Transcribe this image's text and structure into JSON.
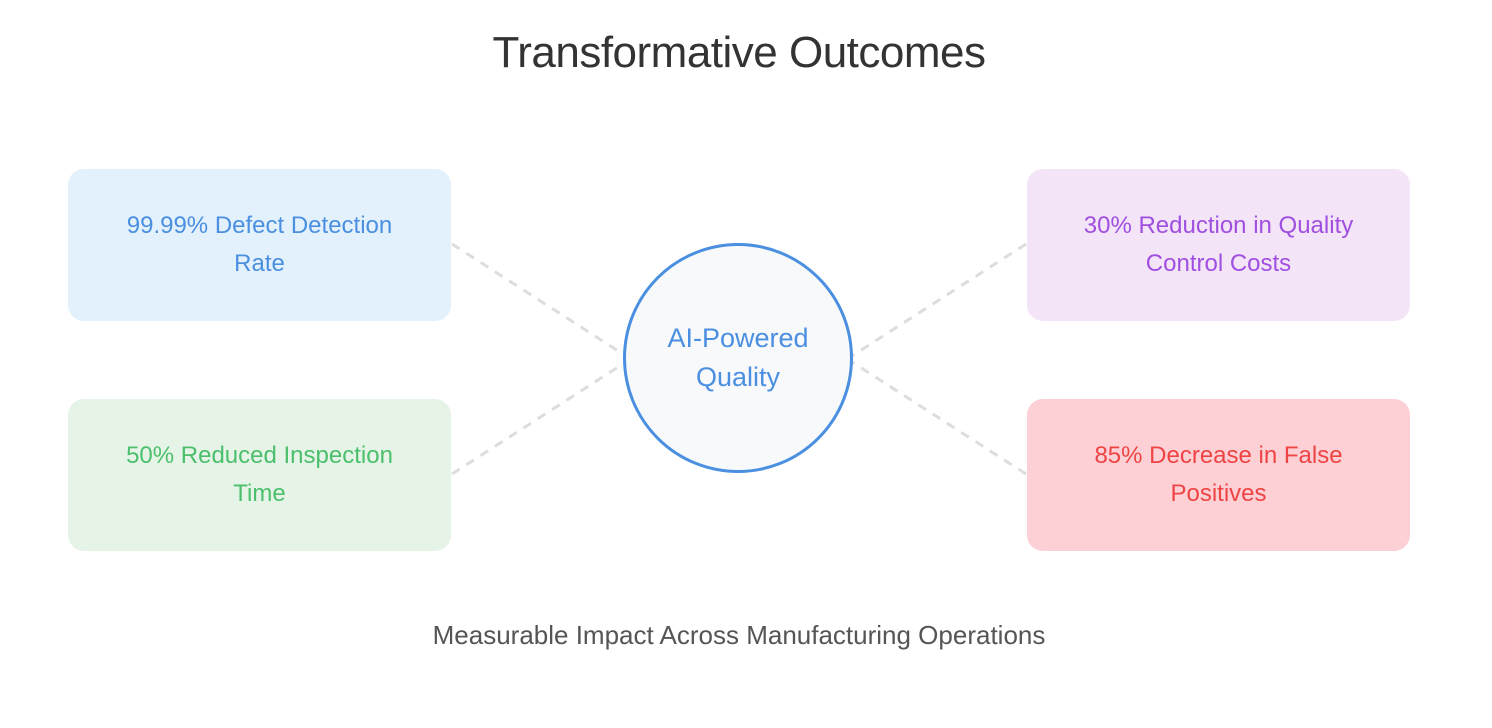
{
  "title": "Transformative Outcomes",
  "subtitle": "Measurable Impact Across Manufacturing Operations",
  "hub": {
    "label": "AI-Powered Quality",
    "border_color": "#4a8fe0",
    "text_color": "#4a8fe0",
    "background": "#f7f9fb"
  },
  "outcomes": [
    {
      "label": "99.99% Defect Detection Rate",
      "background": "#e3f1fc",
      "text_color": "#4a8fe0"
    },
    {
      "label": "50% Reduced Inspection Time",
      "background": "#e6f4e8",
      "text_color": "#4cbf6c"
    },
    {
      "label": "30% Reduction in Quality Control Costs",
      "background": "#f3e4f7",
      "text_color": "#a04fe0"
    },
    {
      "label": "85% Decrease in False Positives",
      "background": "#fdd0d6",
      "text_color": "#ee4444"
    }
  ],
  "connector_color": "#dddddd"
}
